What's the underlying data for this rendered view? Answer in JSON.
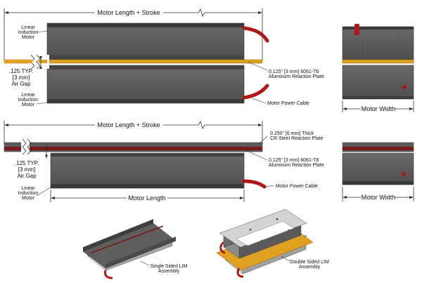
{
  "diagram_top": {
    "dimension_top": "Motor Length + Stroke",
    "upper_motor_label": [
      "Linear",
      "Induction",
      "Motor"
    ],
    "airgap_label": [
      ".125 TYP.",
      "[3 mm]",
      "Air Gap"
    ],
    "lower_motor_label": [
      "Linear",
      "Induction",
      "Motor"
    ],
    "plate_label": [
      "0.125\" [3 mm] 6061-T6",
      "Aluminum Reaction Plate"
    ],
    "cable_label": "Motor Power Cable",
    "width_label": "Motor Width"
  },
  "diagram_middle": {
    "dimension_top": "Motor Length + Stroke",
    "steel_plate_label": [
      "0.250\" [6 mm] Thick",
      "CR Steel Reaction Plate"
    ],
    "alu_plate_label": [
      "0.125\" [3 mm] 6061-T6",
      "Aluminum Reaction Plate"
    ],
    "airgap_label": [
      ".125 TYP.",
      "[3 mm]",
      "Air Gap"
    ],
    "motor_label": [
      "Linear",
      "Induction",
      "Motor"
    ],
    "cable_label": "Motor Power Cable",
    "length_label": "Motor Length",
    "width_label": "Motor Width"
  },
  "isometric": {
    "single_label": [
      "Single Sided LIM",
      "Assembly"
    ],
    "double_label": [
      "Double Sided LIM",
      "Assembly"
    ]
  },
  "colors": {
    "motor_body": "#5a5a5a",
    "motor_dark": "#3d3d3d",
    "aluminum_plate": "#e0a020",
    "steel_plate": "#7a1a1a",
    "cable": "#b01818",
    "plate_steel_top": "#cfcfcf"
  }
}
